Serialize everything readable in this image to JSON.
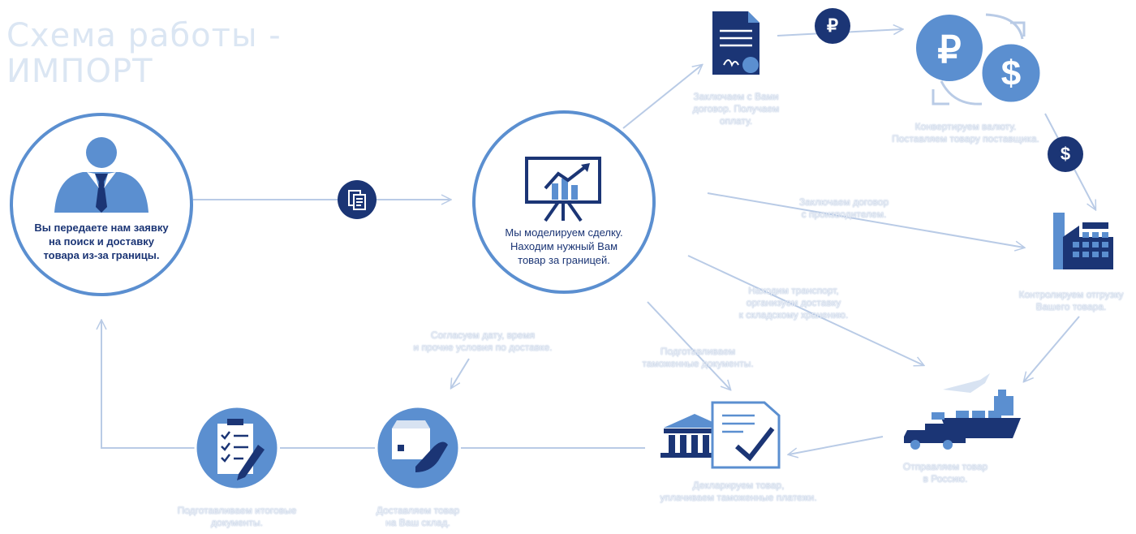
{
  "title": {
    "line1": "Схема работы -",
    "line2": "ИМПОРТ"
  },
  "steps": {
    "client": "Вы передаете нам заявку на поиск и доставку товара из-за границы.",
    "model_line1": "Мы моделируем сделку.",
    "model_line2": "Находим нужный Вам",
    "model_line3": "товар за границей.",
    "contract_line1": "Заключаем с Вами",
    "contract_line2": "договор. Получаем",
    "contract_line3": "оплату.",
    "convert_line1": "Конвертируем валюту.",
    "convert_line2": "Поставляем товару поставщика.",
    "producer_line1": "Заключаем договор",
    "producer_line2": "с производителем.",
    "control_line1": "Контролируем отгрузку",
    "control_line2": "Вашего товара.",
    "transport_line1": "Находим транспорт,",
    "transport_line2": "организуем доставку",
    "transport_line3": "к складскому хранению.",
    "customs_docs_line1": "Подготавливаем",
    "customs_docs_line2": "таможенные документы.",
    "ship_line1": "Отправляем товар",
    "ship_line2": "в Россию.",
    "declare_line1": "Декларируем товар,",
    "declare_line2": "уплачиваем таможенные платежи.",
    "agree_line1": "Согласуем дату, время",
    "agree_line2": "и прочие условия по доставке.",
    "deliver_line1": "Доставляем товар",
    "deliver_line2": "на Ваш склад.",
    "final_docs_line1": "Подготавливаем итоговые",
    "final_docs_line2": "документы."
  },
  "badges": {
    "ruble": "₽",
    "dollar": "$"
  },
  "colors": {
    "primary": "#1b3575",
    "light": "#5b8fd0",
    "ring": "#5b8fd0",
    "arrow": "#b9cbe6",
    "caption_glow": "#9fb3d1"
  },
  "icons": [
    "person-icon",
    "documents-icon",
    "chart-board-icon",
    "contract-icon",
    "ruble-icon",
    "dollar-icon",
    "factory-icon",
    "transport-icon",
    "customs-icon",
    "delivery-box-icon",
    "checklist-icon"
  ]
}
